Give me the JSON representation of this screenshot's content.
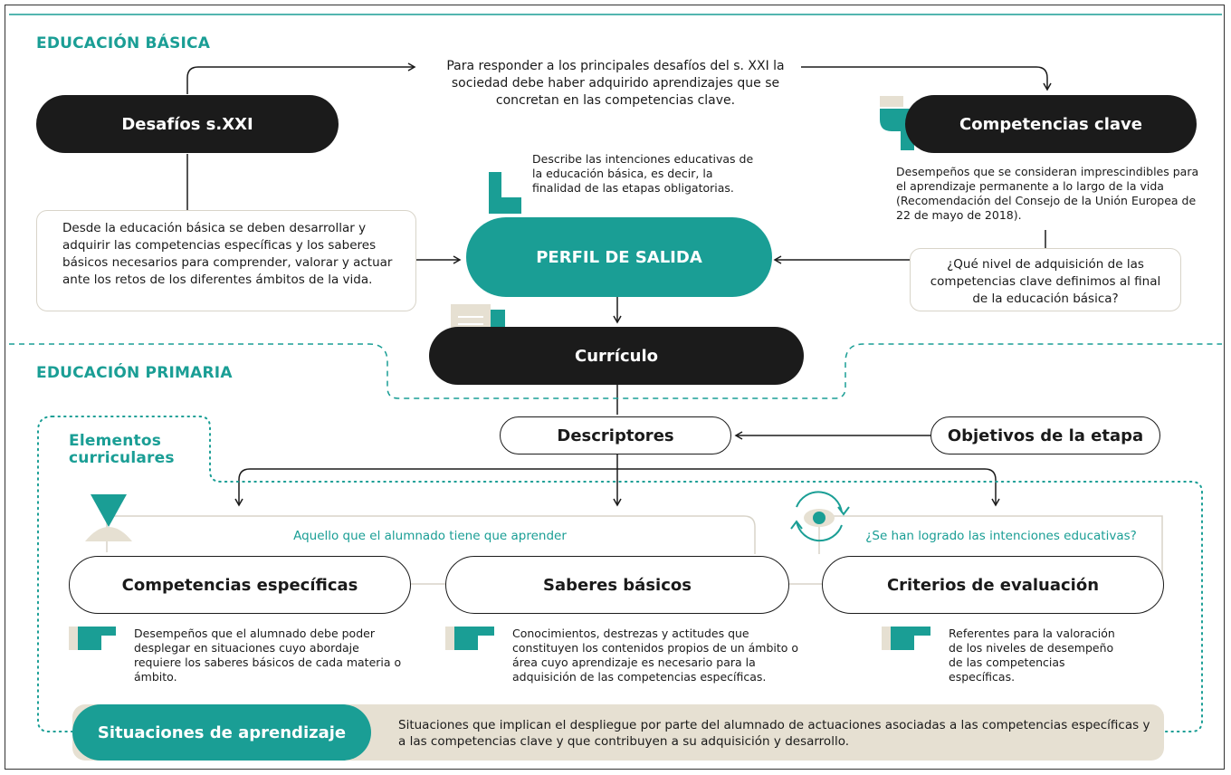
{
  "sections": {
    "basica_title": "EDUCACIÓN BÁSICA",
    "primaria_title": "EDUCACIÓN PRIMARIA",
    "elementos_title": "Elementos curriculares"
  },
  "basica": {
    "desafios_label": "Desafíos s.XXI",
    "desafios_note": "Para responder a los principales desafíos del s. XXI la sociedad debe haber adquirido aprendizajes que se concretan en las competencias clave.",
    "competencias_clave_label": "Competencias clave",
    "competencias_clave_desc": "Desempeños que se consideran imprescindibles para el aprendizaje permanente a lo largo de la vida (Recomendación del Consejo de la Unión Europea de 22 de mayo de 2018).",
    "perfil_desc": "Describe las intenciones educativas de la educación básica, es decir, la finalidad de las etapas obligatorias.",
    "perfil_label": "PERFIL DE SALIDA",
    "left_note": "Desde la educación básica se deben desarrollar y adquirir las competencias específicas y los saberes básicos necesarios para comprender, valorar y actuar ante los retos de los diferentes ámbitos de la vida.",
    "right_note": "¿Qué nivel de adquisición de las competencias clave definimos al final de la educación básica?",
    "curriculo_label": "Currículo"
  },
  "primaria": {
    "descriptores_label": "Descriptores",
    "objetivos_label": "Objetivos de la etapa",
    "aprender_caption": "Aquello que el alumnado tiene que aprender",
    "logrado_caption": "¿Se han logrado las intenciones educativas?",
    "competencias_especificas_label": "Competencias específicas",
    "saberes_label": "Saberes básicos",
    "criterios_label": "Criterios de evaluación",
    "competencias_especificas_desc": "Desempeños que el alumnado debe poder desplegar en situaciones cuyo abordaje requiere los saberes básicos de cada materia o ámbito.",
    "saberes_desc": "Conocimientos, destrezas y actitudes que constituyen los contenidos propios de un ámbito o área cuyo aprendizaje es necesario para la adquisición de las competencias específicas.",
    "criterios_desc": "Referentes para la valoración de los niveles de desempeño de las competencias específicas.",
    "situaciones_label": "Situaciones de aprendizaje",
    "situaciones_desc": "Situaciones que implican el despliegue por parte del alumnado de actuaciones asociadas a las competencias específicas y a las competencias clave y que contribuyen a su adquisición y desarrollo."
  },
  "colors": {
    "teal": "#1a9e95",
    "dark": "#1b1b1b",
    "beige": "#e6e0d2",
    "line": "#d8d4c9"
  }
}
